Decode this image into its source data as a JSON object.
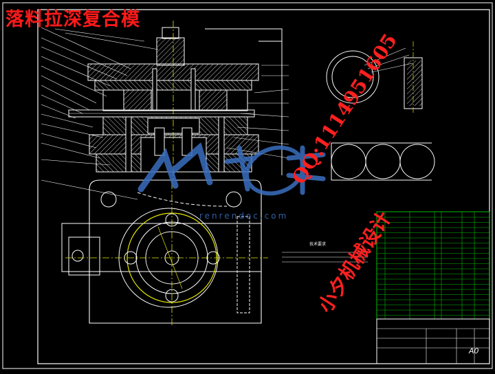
{
  "drawing": {
    "title": "落料拉深复合模",
    "watermark_site": "renrendoc.com",
    "contact_qq": "QQ:1114951605",
    "contact_note": "小夕机械设计",
    "sheet_size": "A0",
    "tech_req_heading": "技术要求"
  },
  "colors": {
    "background": "#000000",
    "outline": "#ffffff",
    "hatch": "#ffffff",
    "center_line": "#e8e800",
    "leader": "#ffffff",
    "bom_grid": "#00c000",
    "title_red": "#ff1a1a",
    "watermark": "#3a6fc0"
  },
  "icons": [
    "watermark-logo-icon"
  ]
}
